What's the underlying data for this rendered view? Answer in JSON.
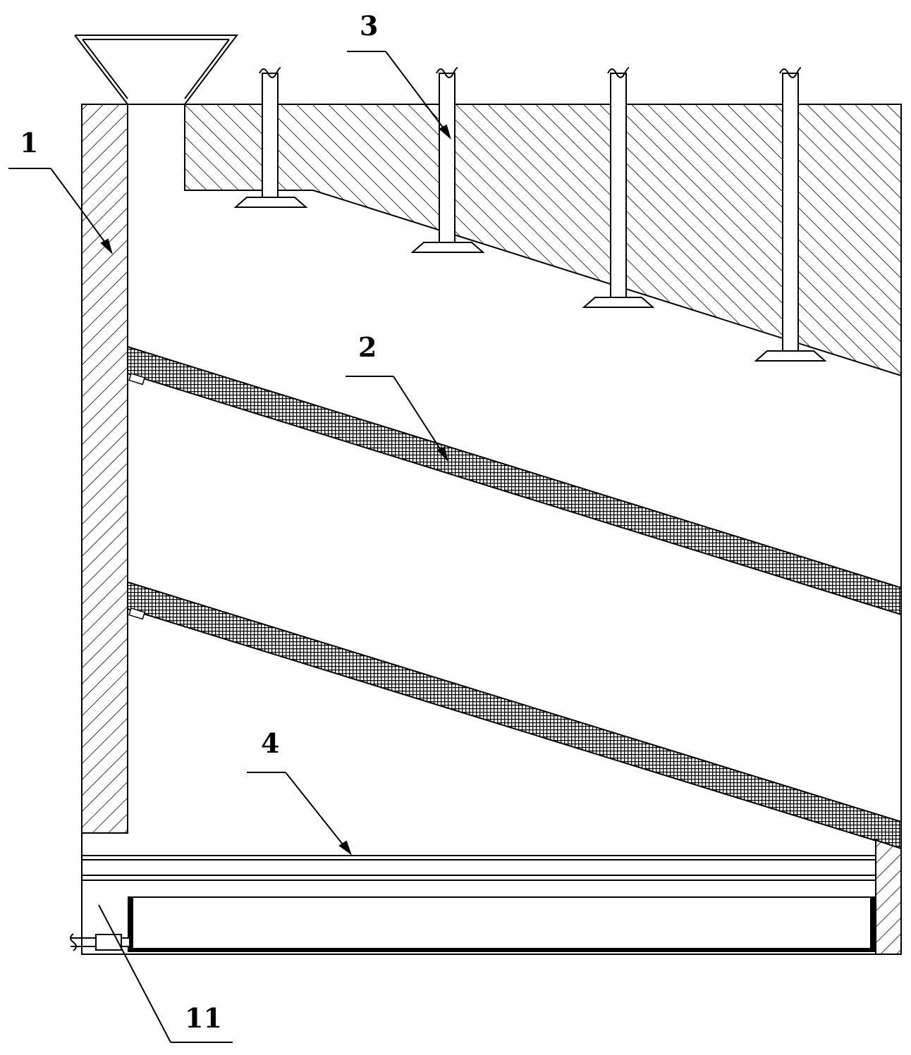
{
  "labels": {
    "housing": "1",
    "screen": "2",
    "nozzle": "3",
    "bottom_tray": "4",
    "drain_valve": "11"
  },
  "colors": {
    "stroke": "#000000",
    "background": "#ffffff"
  },
  "hatch_patterns": {
    "housing_wall": "diagonal-hatch",
    "top_block": "diagonal-hatch",
    "screen_plate": "cross-hatch"
  }
}
